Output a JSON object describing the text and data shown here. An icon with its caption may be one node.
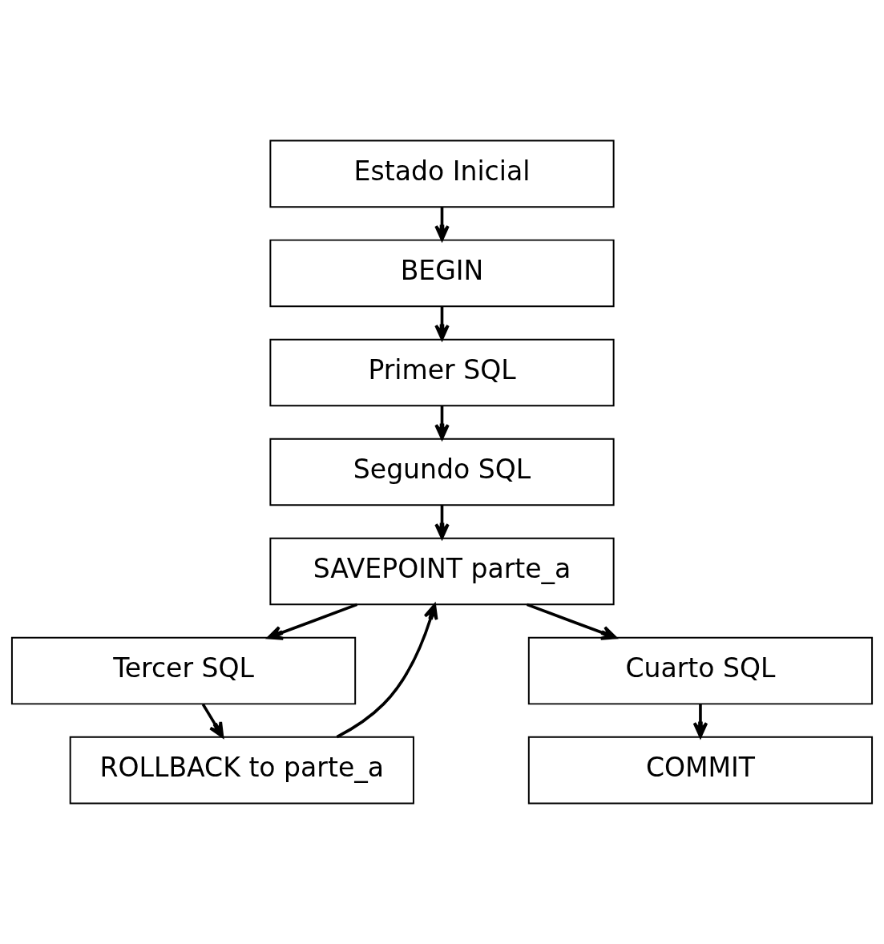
{
  "diagram": {
    "nodes": [
      {
        "text": [
          "Estado Inicial"
        ]
      },
      {
        "text": [
          "BEGIN"
        ]
      },
      {
        "text": [
          "Primer SQL"
        ]
      },
      {
        "text": [
          "Segundo SQL"
        ]
      },
      {
        "text": [
          "SAVEPOINT parte_a"
        ]
      },
      {
        "text": [
          "Tercer SQL"
        ]
      },
      {
        "text": [
          "ROLLBACK to parte_a"
        ]
      },
      {
        "text": [
          "Cuarto SQL"
        ]
      },
      {
        "text": [
          "COMMIT"
        ]
      }
    ],
    "edges": [
      {
        "from": 0,
        "to": 1,
        "arrow": "to"
      },
      {
        "from": 1,
        "to": 2,
        "arrow": "to"
      },
      {
        "from": 2,
        "to": 3,
        "arrow": "to"
      },
      {
        "from": 3,
        "to": 4,
        "arrow": "to"
      },
      {
        "from": 4,
        "to": 5,
        "arrow": "to"
      },
      {
        "from": 5,
        "to": 6,
        "arrow": "to"
      },
      {
        "from": 6,
        "to": 4,
        "arrow": "to"
      },
      {
        "from": 4,
        "to": 7,
        "arrow": "to"
      },
      {
        "from": 7,
        "to": 8,
        "arrow": "to"
      }
    ]
  }
}
